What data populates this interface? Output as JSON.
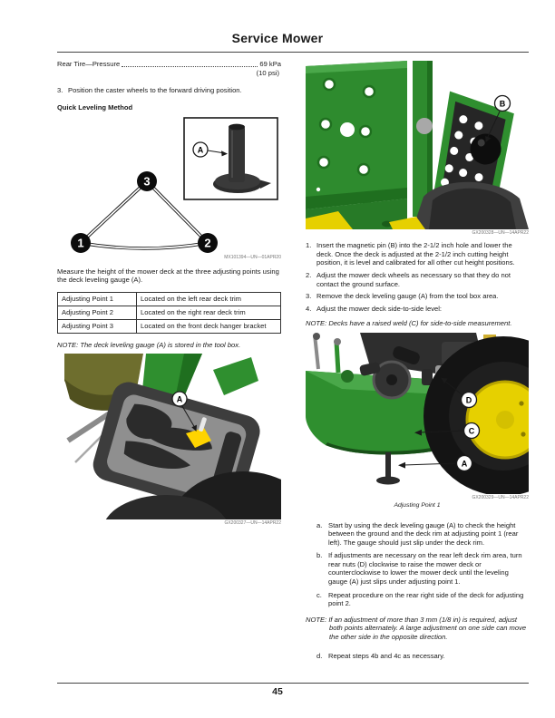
{
  "header": {
    "title": "Service Mower"
  },
  "footer": {
    "page_number": "45"
  },
  "left": {
    "spec_label": "Rear Tire—Pressure",
    "spec_value": "69 kPa",
    "spec_value2": "(10 psi)",
    "step3": {
      "num": "3.",
      "text": "Position the caster wheels to the forward driving position."
    },
    "heading": "Quick Leveling Method",
    "fig1": {
      "callout_a": "A",
      "point1": "1",
      "point2": "2",
      "point3": "3",
      "caption": "MX101394—UN—01APR20"
    },
    "measure_text": "Measure the height of the mower deck at the three adjusting points using the deck leveling gauge (A).",
    "table": {
      "rows": [
        {
          "point": "Adjusting Point 1",
          "location": "Located on the left rear deck trim"
        },
        {
          "point": "Adjusting Point 2",
          "location": "Located on the right rear deck trim"
        },
        {
          "point": "Adjusting Point 3",
          "location": "Located on the front deck hanger bracket"
        }
      ]
    },
    "note": "NOTE: The deck leveling gauge (A) is stored in the tool box.",
    "fig2": {
      "callout_a": "A",
      "caption": "GX200327—UN—14APR22"
    }
  },
  "right": {
    "fig3": {
      "callout_b": "B",
      "caption": "GX200328—UN—14APR22"
    },
    "steps": [
      {
        "num": "1.",
        "text": "Insert the magnetic pin (B) into the 2-1/2 inch hole and lower the deck. Once the deck is adjusted at the 2-1/2 inch cutting height position, it is level and calibrated for all other cut height positions."
      },
      {
        "num": "2.",
        "text": "Adjust the mower deck wheels as necessary so that they do not contact the ground surface."
      },
      {
        "num": "3.",
        "text": "Remove the deck leveling gauge (A) from the tool box area."
      },
      {
        "num": "4.",
        "text": "Adjust the mower deck side-to-side level:"
      }
    ],
    "note1": "NOTE: Decks have a raised weld (C) for side-to-side measurement.",
    "fig4": {
      "callout_d": "D",
      "callout_c": "C",
      "callout_a": "A",
      "caption": "GX200329—UN—14APR22",
      "subcaption": "Adjusting Point 1"
    },
    "substeps": [
      {
        "num": "a.",
        "text": "Start by using the deck leveling gauge (A) to check the height between the ground and the deck rim at adjusting point 1 (rear left). The gauge should just slip under the deck rim."
      },
      {
        "num": "b.",
        "text": "If adjustments are necessary on the rear left deck rim area, turn rear nuts (D) clockwise to raise the mower deck or counterclockwise to lower the mower deck until the leveling gauge (A) just slips under adjusting point 1."
      },
      {
        "num": "c.",
        "text": "Repeat procedure on the rear right side of the deck for adjusting point 2."
      }
    ],
    "note2": "NOTE: If an adjustment of more than 3 mm (1/8 in) is required, adjust both points alternately. A large adjustment on one side can move the other side in the opposite direction.",
    "substep_d": {
      "num": "d.",
      "text": "Repeat steps 4b and 4c as necessary."
    }
  },
  "colors": {
    "jd_green": "#2f8f2f",
    "jd_green_dark": "#1f6f1f",
    "jd_yellow": "#e6d000",
    "dark_gray": "#3a3a3a"
  }
}
